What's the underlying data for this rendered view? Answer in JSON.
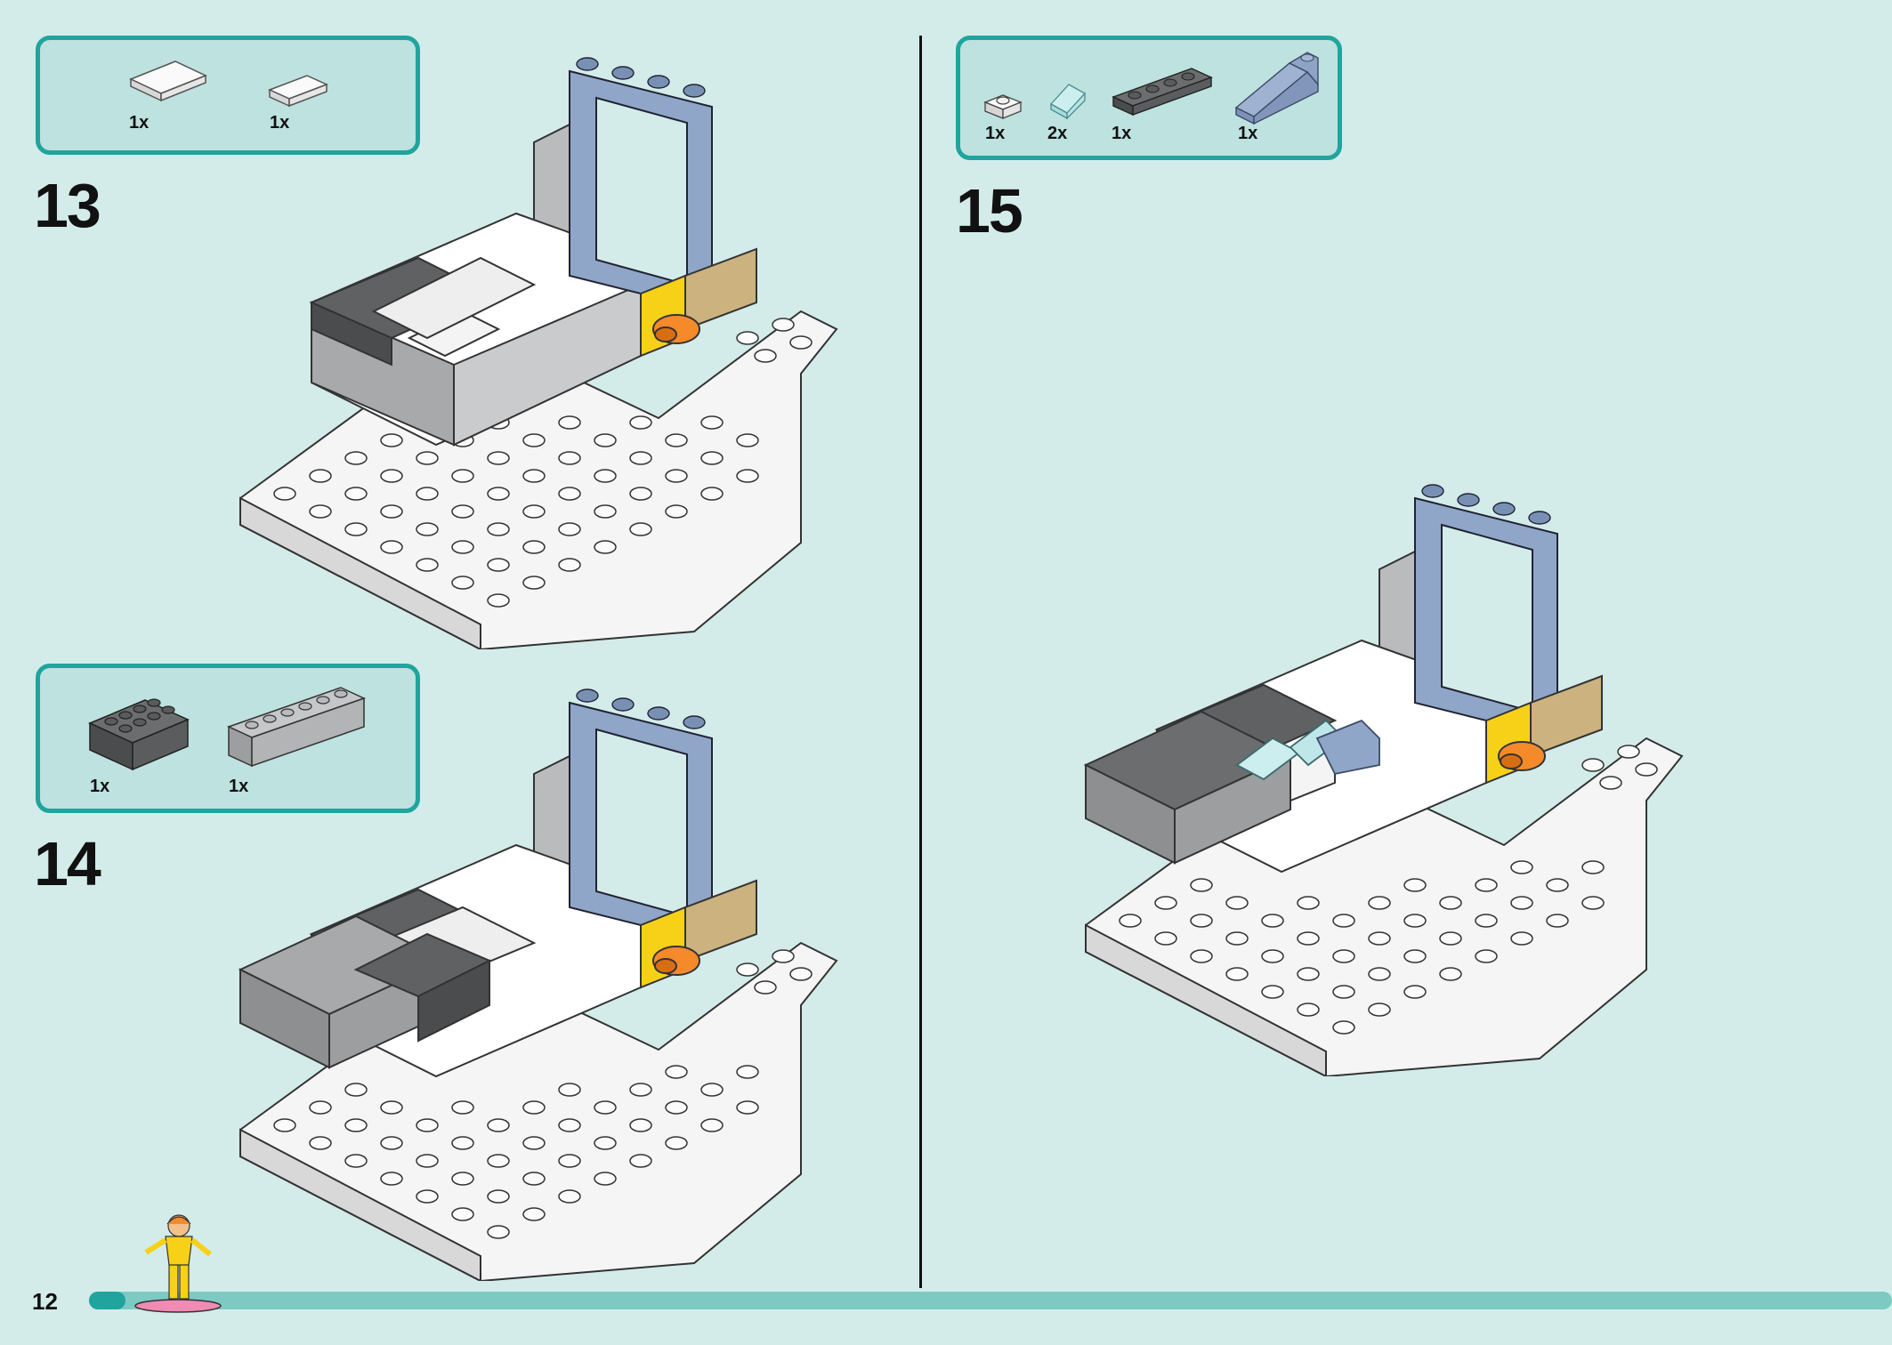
{
  "page": {
    "number": "12",
    "progress": 0.02
  },
  "colors": {
    "background": "#d3ecea",
    "accent": "#1fa59d",
    "parts_box": "#bde2df",
    "sand_blue": "#8fa6c8",
    "dark_gray": "#5d5f61",
    "light_gray": "#a7a9ab",
    "white_brick": "#f4f4f4",
    "yellow": "#f7d117",
    "orange": "#f58a2b",
    "tan": "#cbb27e",
    "trans_light_blue": "#bfe7ea"
  },
  "steps": [
    {
      "number": "13",
      "parts": [
        {
          "name": "white-tile-2x2",
          "qty": "1x"
        },
        {
          "name": "white-tile-1x2",
          "qty": "1x"
        }
      ]
    },
    {
      "number": "14",
      "parts": [
        {
          "name": "dark-gray-brick-2x4",
          "qty": "1x"
        },
        {
          "name": "light-gray-brick-1x6",
          "qty": "1x"
        }
      ]
    },
    {
      "number": "15",
      "parts": [
        {
          "name": "white-plate-1x1",
          "qty": "1x"
        },
        {
          "name": "trans-clear-slope",
          "qty": "2x"
        },
        {
          "name": "dark-gray-plate-1x4",
          "qty": "1x"
        },
        {
          "name": "sand-blue-slope",
          "qty": "1x"
        }
      ]
    }
  ]
}
